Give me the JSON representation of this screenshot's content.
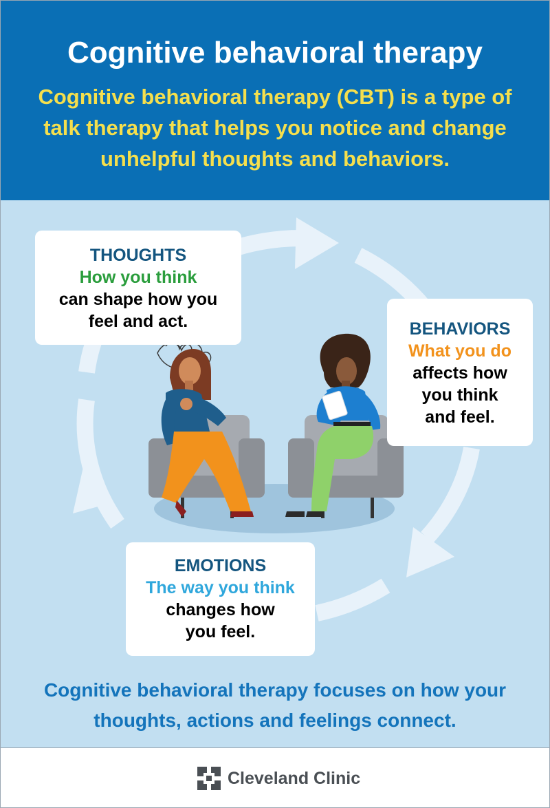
{
  "header": {
    "title": "Cognitive behavioral therapy",
    "description": "Cognitive behavioral therapy (CBT) is a type of talk therapy that helps you notice and change unhelpful thoughts and behaviors."
  },
  "cards": {
    "thoughts": {
      "title": "THOUGHTS",
      "subtitle": "How you think",
      "body": "can shape how you feel and act."
    },
    "behaviors": {
      "title": "BEHAVIORS",
      "subtitle": "What you do",
      "body": "affects how you think and feel."
    },
    "emotions": {
      "title": "EMOTIONS",
      "subtitle": "The way you think",
      "body": "changes how you feel."
    }
  },
  "footer_text": "Cognitive behavioral therapy focuses on how your thoughts, actions and feelings connect.",
  "brand": {
    "name": "Cleveland Clinic",
    "icon": "cleveland-clinic-logo-icon"
  },
  "colors": {
    "header_bg": "#0a6fb5",
    "header_title": "#ffffff",
    "header_desc": "#f5df4d",
    "panel_bg": "#c2dff1",
    "card_title": "#14557f",
    "thoughts_accent": "#2a9d3c",
    "behaviors_accent": "#f2921c",
    "emotions_accent": "#2fa7dc",
    "footer_text": "#1474bb"
  }
}
